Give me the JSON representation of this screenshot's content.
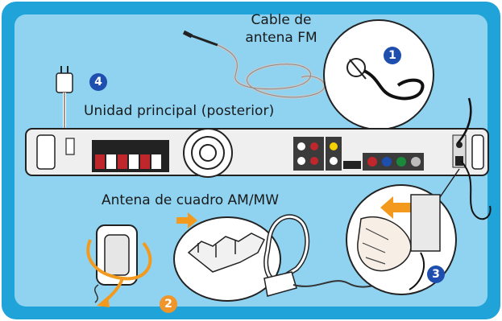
{
  "labels": {
    "fm_cable": "Cable de antena FM",
    "main_unit": "Unidad principal (posterior)",
    "am_antenna": "Antena de cuadro AM/MW"
  },
  "steps": {
    "s1": "1",
    "s2": "2",
    "s3": "3",
    "s4": "4"
  },
  "colors": {
    "panel_outer": "#1fa3d8",
    "panel_inner": "#8fd3f1",
    "badge_blue": "#1f4fae",
    "badge_orange": "#f0952a",
    "arrow_orange": "#f39a1e"
  }
}
